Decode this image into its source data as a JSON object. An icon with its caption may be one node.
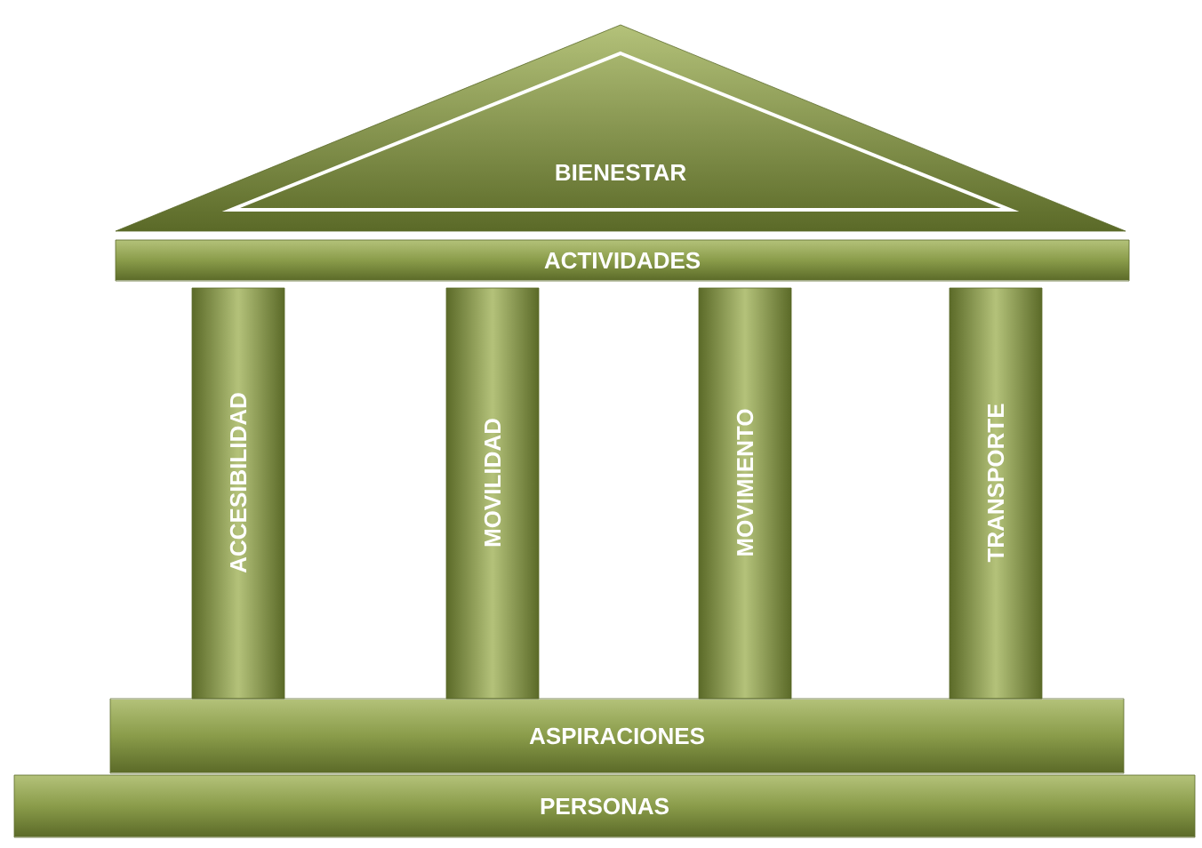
{
  "diagram": {
    "nodes": [
      {
        "text": [
          "BIENESTAR"
        ]
      },
      {
        "text": [
          "ACTIVIDADES"
        ]
      },
      {
        "text": [
          "ACCESIBILIDAD"
        ]
      },
      {
        "text": [
          "MOVILIDAD"
        ]
      },
      {
        "text": [
          "MOVIMIENTO"
        ]
      },
      {
        "text": [
          "TRANSPORTE"
        ]
      },
      {
        "text": [
          "ASPIRACIONES"
        ]
      },
      {
        "text": [
          "PERSONAS"
        ]
      }
    ]
  }
}
